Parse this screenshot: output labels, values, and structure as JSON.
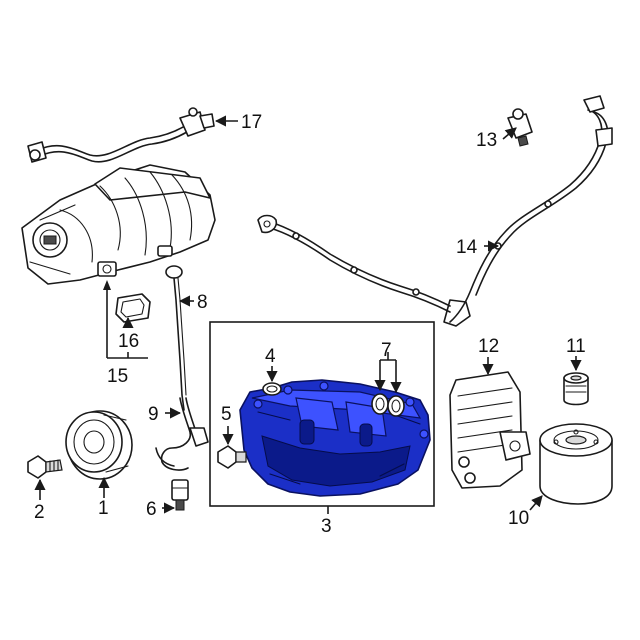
{
  "colors": {
    "highlight": "#1b2fc7",
    "line": "#1a1a1a",
    "background": "#ffffff"
  },
  "callouts": {
    "c1": "1",
    "c2": "2",
    "c3": "3",
    "c4": "4",
    "c5": "5",
    "c6": "6",
    "c7": "7",
    "c8": "8",
    "c9": "9",
    "c10": "10",
    "c11": "11",
    "c12": "12",
    "c13": "13",
    "c14": "14",
    "c15": "15",
    "c16": "16",
    "c17": "17"
  }
}
